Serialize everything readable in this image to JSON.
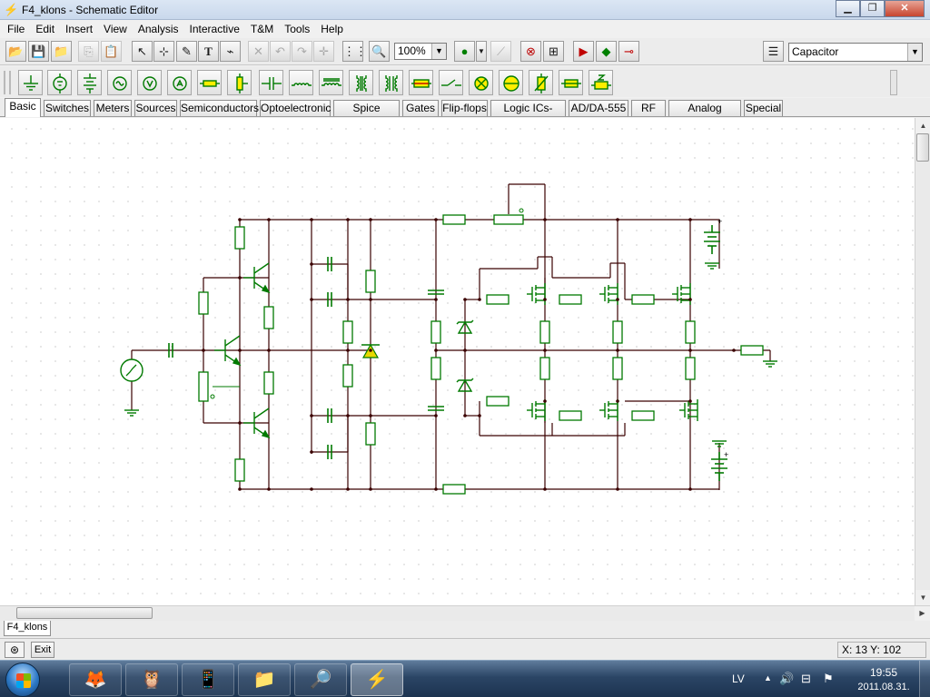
{
  "window": {
    "title": "F4_klons - Schematic Editor"
  },
  "menu": [
    "File",
    "Edit",
    "Insert",
    "View",
    "Analysis",
    "Interactive",
    "T&M",
    "Tools",
    "Help"
  ],
  "toolbar": {
    "zoom": "100%",
    "component": "Capacitor"
  },
  "component_tabs": [
    "Basic",
    "Switches",
    "Meters",
    "Sources",
    "Semiconductors",
    "Optoelectronic",
    "Spice Macros",
    "Gates",
    "Flip-flops",
    "Logic ICs-MCUs",
    "AD/DA-555",
    "RF",
    "Analog Control",
    "Special"
  ],
  "active_tab": "Basic",
  "document_tab": "F4_klons",
  "status": {
    "exit_label": "Exit",
    "coordinates": "X: 13 Y: 102"
  },
  "taskbar": {
    "language": "LV",
    "time": "19:55",
    "date": "2011.08.31."
  },
  "colors": {
    "wire": "#3a0000",
    "component": "#007a00",
    "diode_fill": "#e8d800",
    "canvas": "#ffffff",
    "grid_dot": "#a7a7a7"
  }
}
